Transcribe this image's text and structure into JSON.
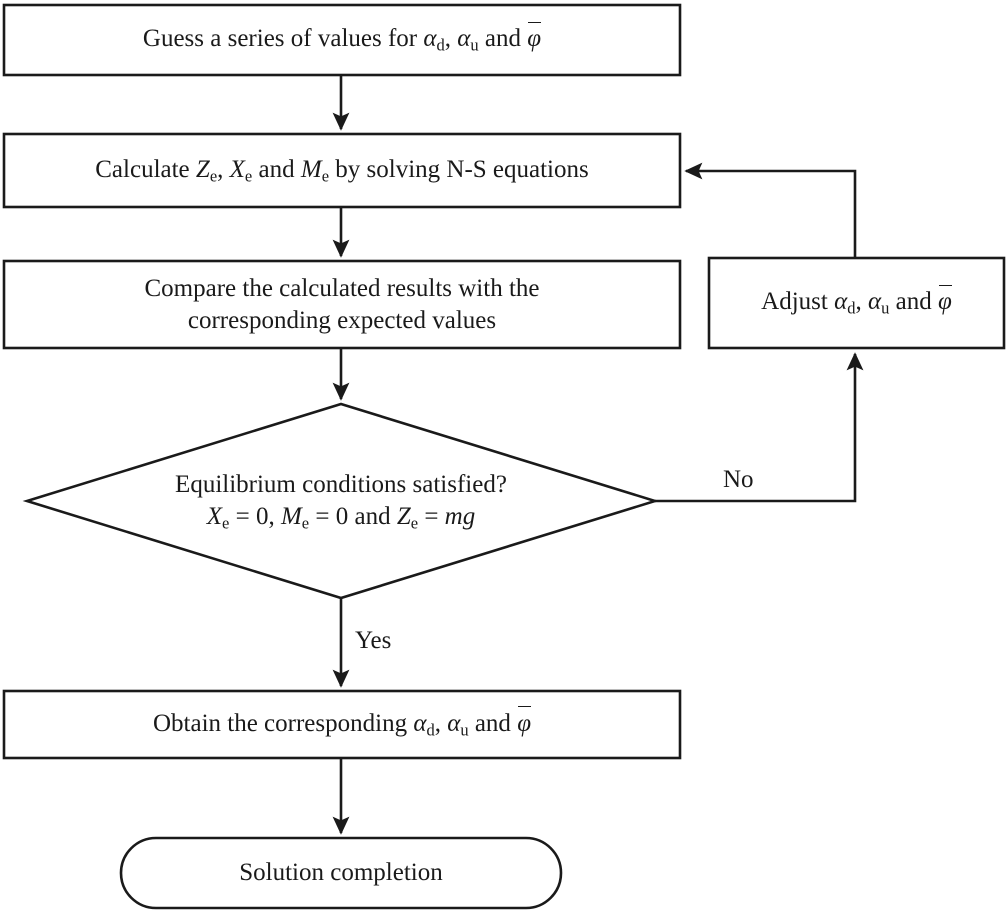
{
  "diagram": {
    "title": "Iterative equilibrium solution flowchart",
    "type": "flowchart",
    "stroke_color": "#1a1a1a",
    "fill_color": "#ffffff",
    "background": "#ffffff"
  },
  "nodes": {
    "guess": {
      "shape": "process",
      "text_plain": "Guess a series of values for αd, αu and φ̄",
      "line1_pre": "Guess a series of values for ",
      "alpha1": "α",
      "sub1": "d",
      "comma": ", ",
      "alpha2": "α",
      "sub2": "u",
      "mid": " and ",
      "phi": "φ"
    },
    "calculate": {
      "shape": "process",
      "text_plain": "Calculate Ze, Xe and Me by solving N-S equations",
      "pre": "Calculate ",
      "v1": "Z",
      "s1": "e",
      "sep1": ", ",
      "v2": "X",
      "s2": "e",
      "sep2": " and ",
      "v3": "M",
      "s3": "e",
      "post": " by solving N-S equations"
    },
    "compare": {
      "shape": "process",
      "line1": "Compare the calculated results with the",
      "line2": "corresponding expected values"
    },
    "decision": {
      "shape": "diamond",
      "line1": "Equilibrium conditions satisfied?",
      "line2_plain": "Xe = 0, Me = 0 and Ze = mg",
      "v1": "X",
      "s1": "e",
      "eq1": " = 0, ",
      "v2": "M",
      "s2": "e",
      "eq2": " = 0 and ",
      "v3": "Z",
      "s3": "e",
      "eq3": " = ",
      "mg": "mg"
    },
    "adjust": {
      "shape": "process",
      "text_plain": "Adjust αd, αu and φ̄",
      "pre": "Adjust ",
      "alpha1": "α",
      "sub1": "d",
      "comma": ", ",
      "alpha2": "α",
      "sub2": "u",
      "mid": " and ",
      "phi": "φ"
    },
    "obtain": {
      "shape": "process",
      "text_plain": "Obtain the corresponding αd, αu and φ̄",
      "pre": "Obtain the corresponding ",
      "alpha1": "α",
      "sub1": "d",
      "comma": ", ",
      "alpha2": "α",
      "sub2": "u",
      "mid": " and ",
      "phi": "φ"
    },
    "terminal": {
      "shape": "stadium",
      "text": "Solution completion"
    }
  },
  "edge_labels": {
    "no": "No",
    "yes": "Yes"
  }
}
